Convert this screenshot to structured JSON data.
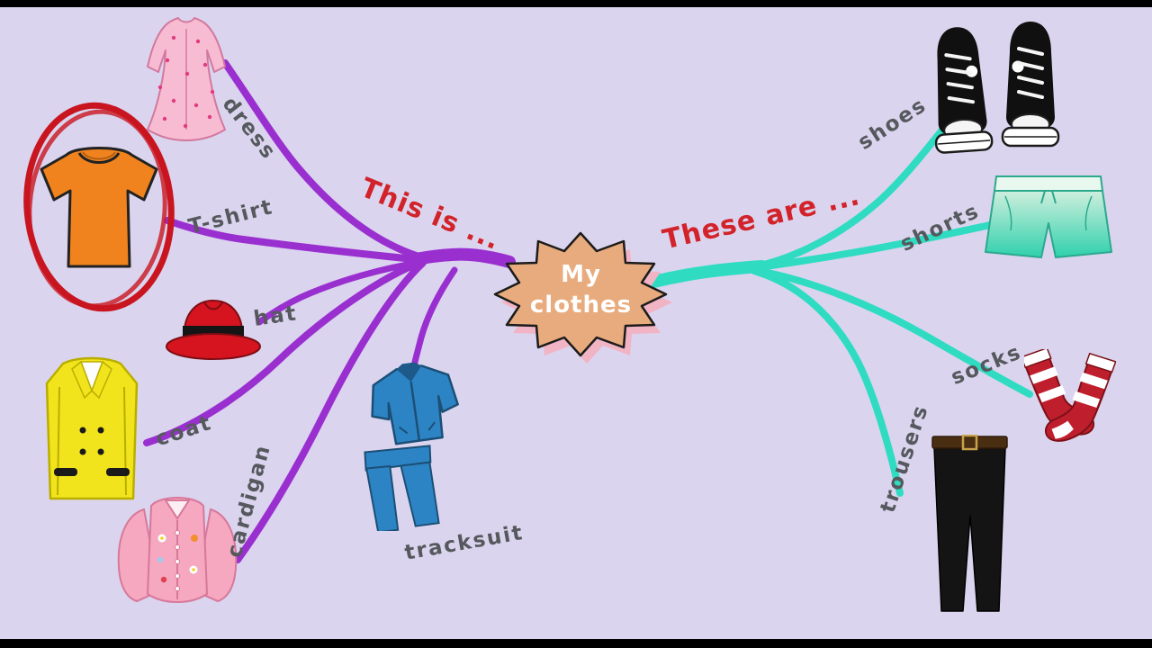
{
  "frame": {
    "background_color": "#dbd4ee",
    "letterbox_color": "#000000"
  },
  "center": {
    "title_line1": "My",
    "title_line2": "clothes",
    "shape": "starburst",
    "fill_color": "#e8ab7d",
    "outline_color": "#1c1c1c",
    "shadow_color": "#f0b4c4",
    "text_color": "#ffffff"
  },
  "left_branch": {
    "phrase": "This is ...",
    "phrase_color": "#d2232b",
    "branch_color": "#9a2fd0",
    "items": [
      "dress",
      "T-shirt",
      "hat",
      "coat",
      "cardigan",
      "tracksuit"
    ]
  },
  "right_branch": {
    "phrase": "These are ...",
    "phrase_color": "#d2232b",
    "branch_color": "#2fdcc2",
    "items": [
      "shoes",
      "shorts",
      "socks",
      "trousers"
    ]
  },
  "label_color": "#55595d",
  "illustrations": {
    "dress": "pink-dress-illustration",
    "tshirt": "orange-tshirt-circled-in-red-illustration",
    "hat": "red-hat-illustration",
    "coat": "yellow-coat-illustration",
    "cardigan": "pink-cardigan-illustration",
    "tracksuit": "blue-tracksuit-illustration",
    "shoes": "black-sneakers-illustration",
    "shorts": "green-shorts-illustration",
    "socks": "red-striped-socks-illustration",
    "trousers": "black-trousers-illustration"
  }
}
